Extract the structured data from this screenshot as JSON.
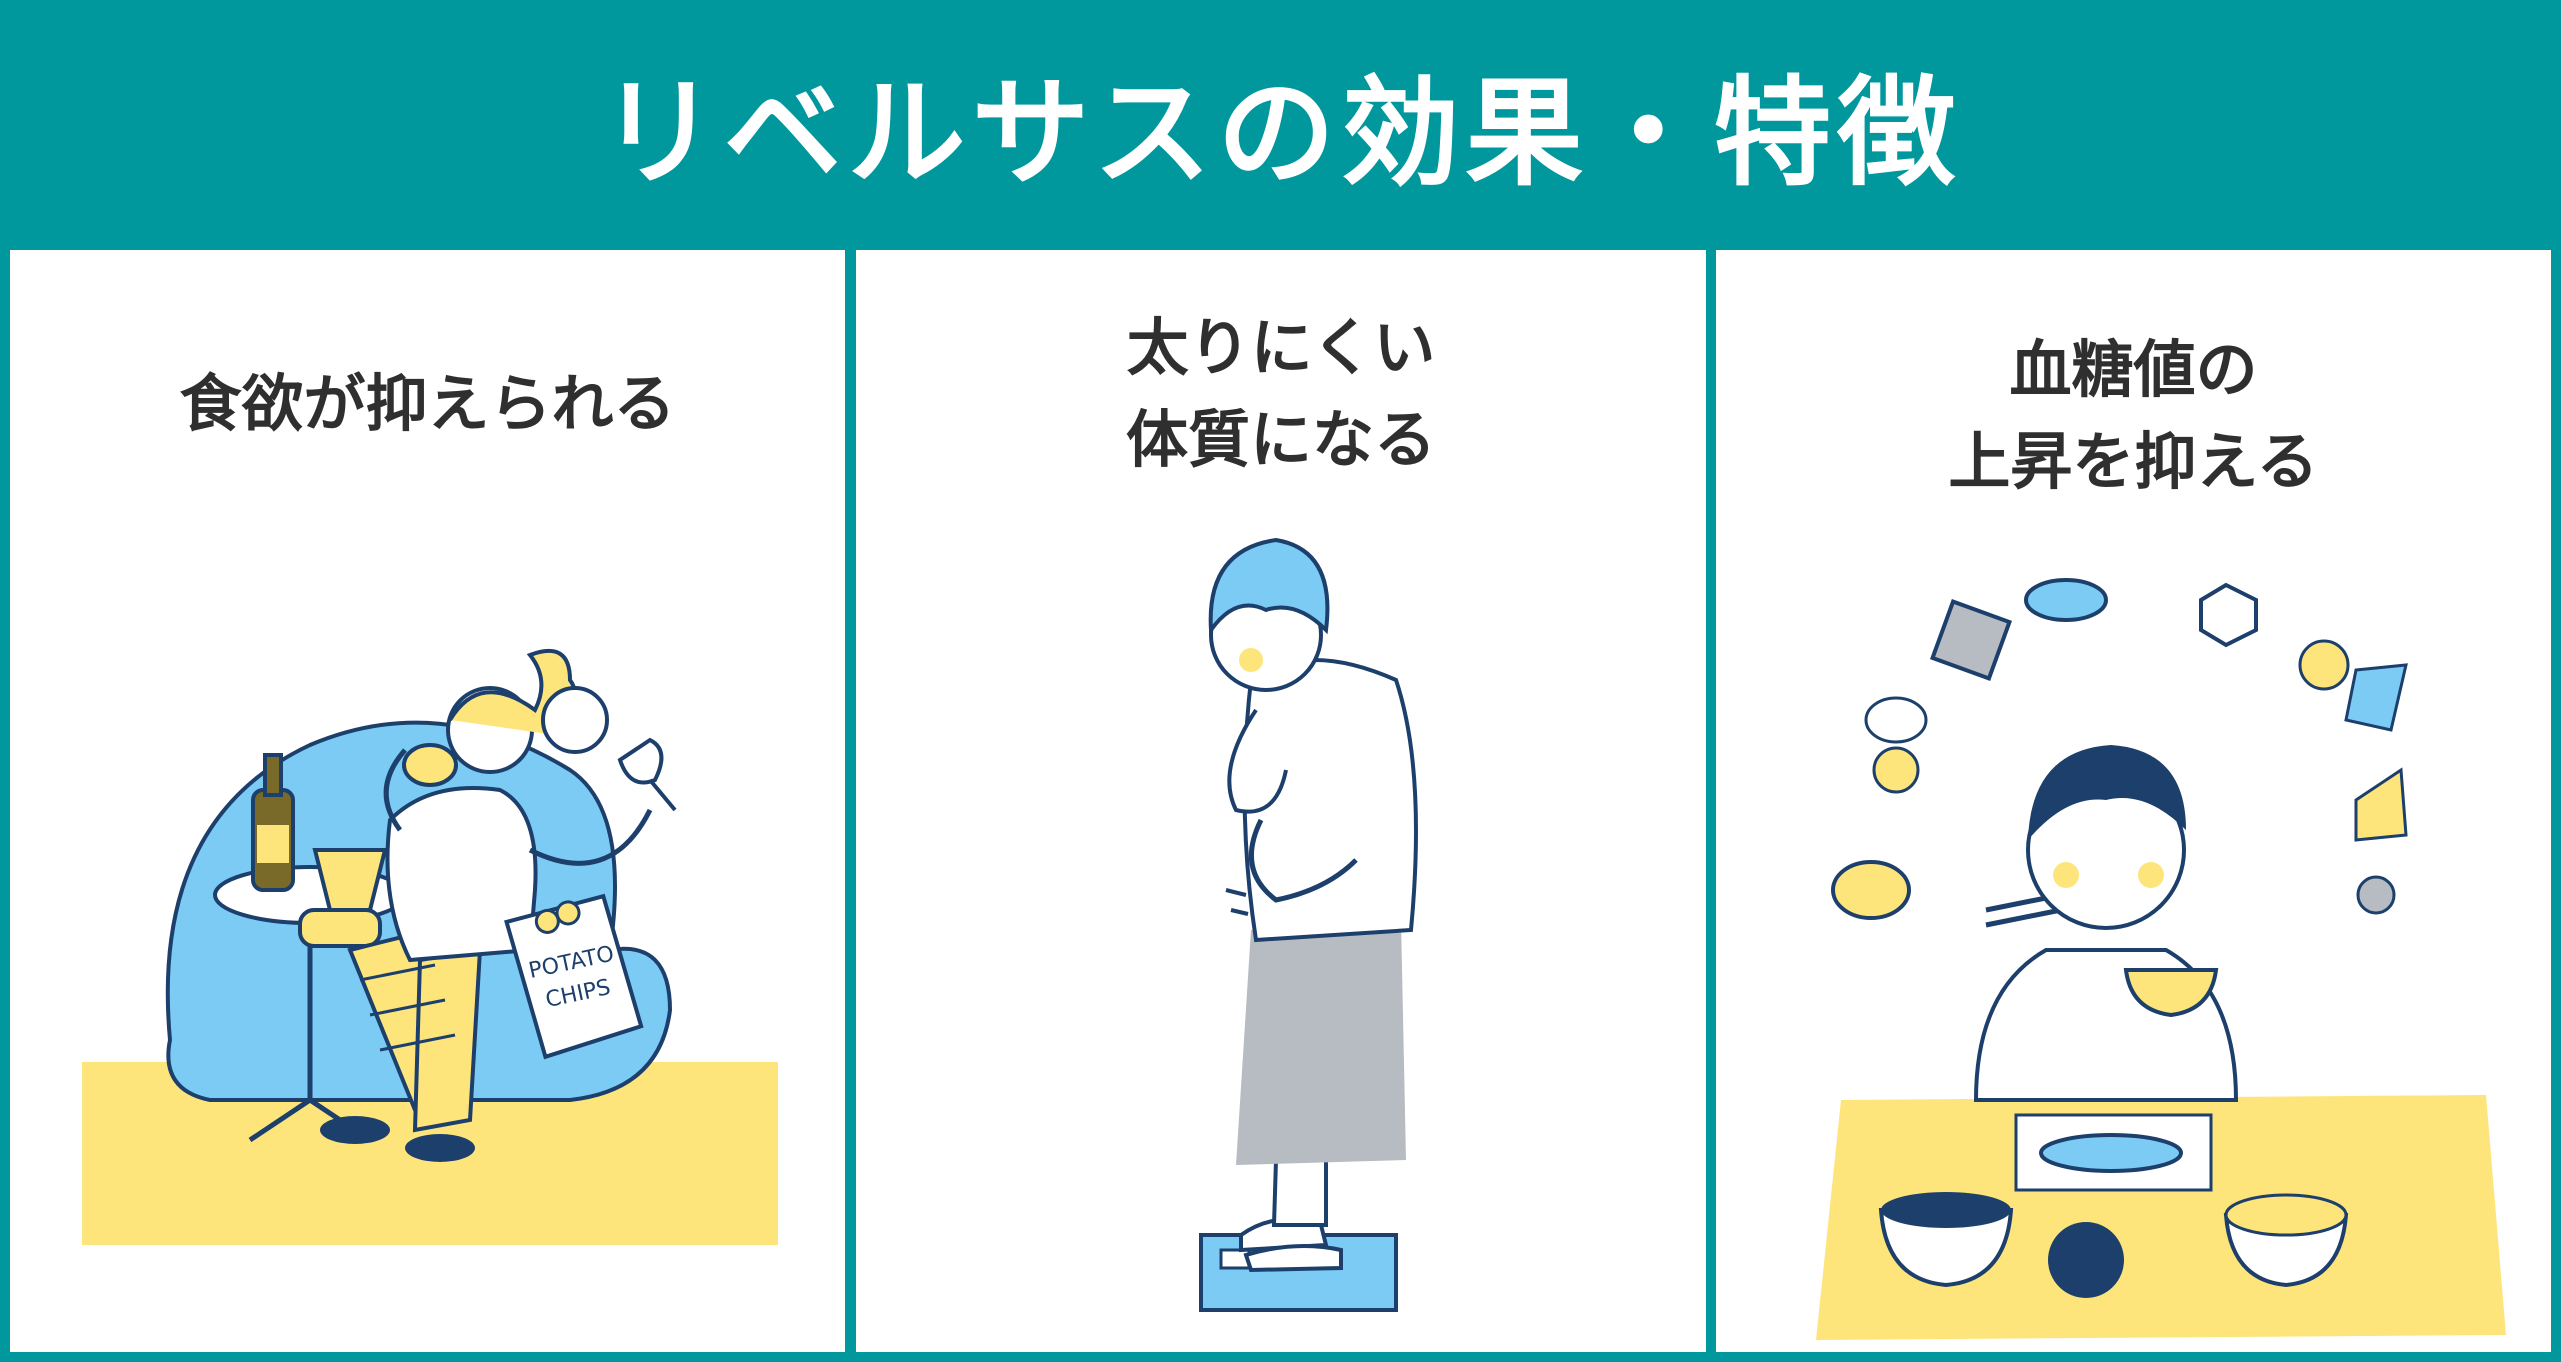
{
  "header": {
    "title": "リベルサスの効果・特徴"
  },
  "panels": [
    {
      "lines": [
        "食欲が抑えられる"
      ],
      "illustration": "couch-snacking-icon"
    },
    {
      "lines": [
        "太りにくい",
        "体質になる"
      ],
      "illustration": "person-on-scale-icon"
    },
    {
      "lines": [
        "血糖値の",
        "上昇を抑える"
      ],
      "illustration": "person-eating-meal-icon"
    }
  ],
  "illustration_text": {
    "chips_bag_1": "POTATO",
    "chips_bag_2": "CHIPS"
  },
  "colors": {
    "teal": "#00979d",
    "yellow": "#fde57c",
    "sky_blue": "#7ccbf5",
    "navy": "#1d3f6b",
    "gray": "#b7bcc2",
    "text": "#2f2f2f"
  }
}
